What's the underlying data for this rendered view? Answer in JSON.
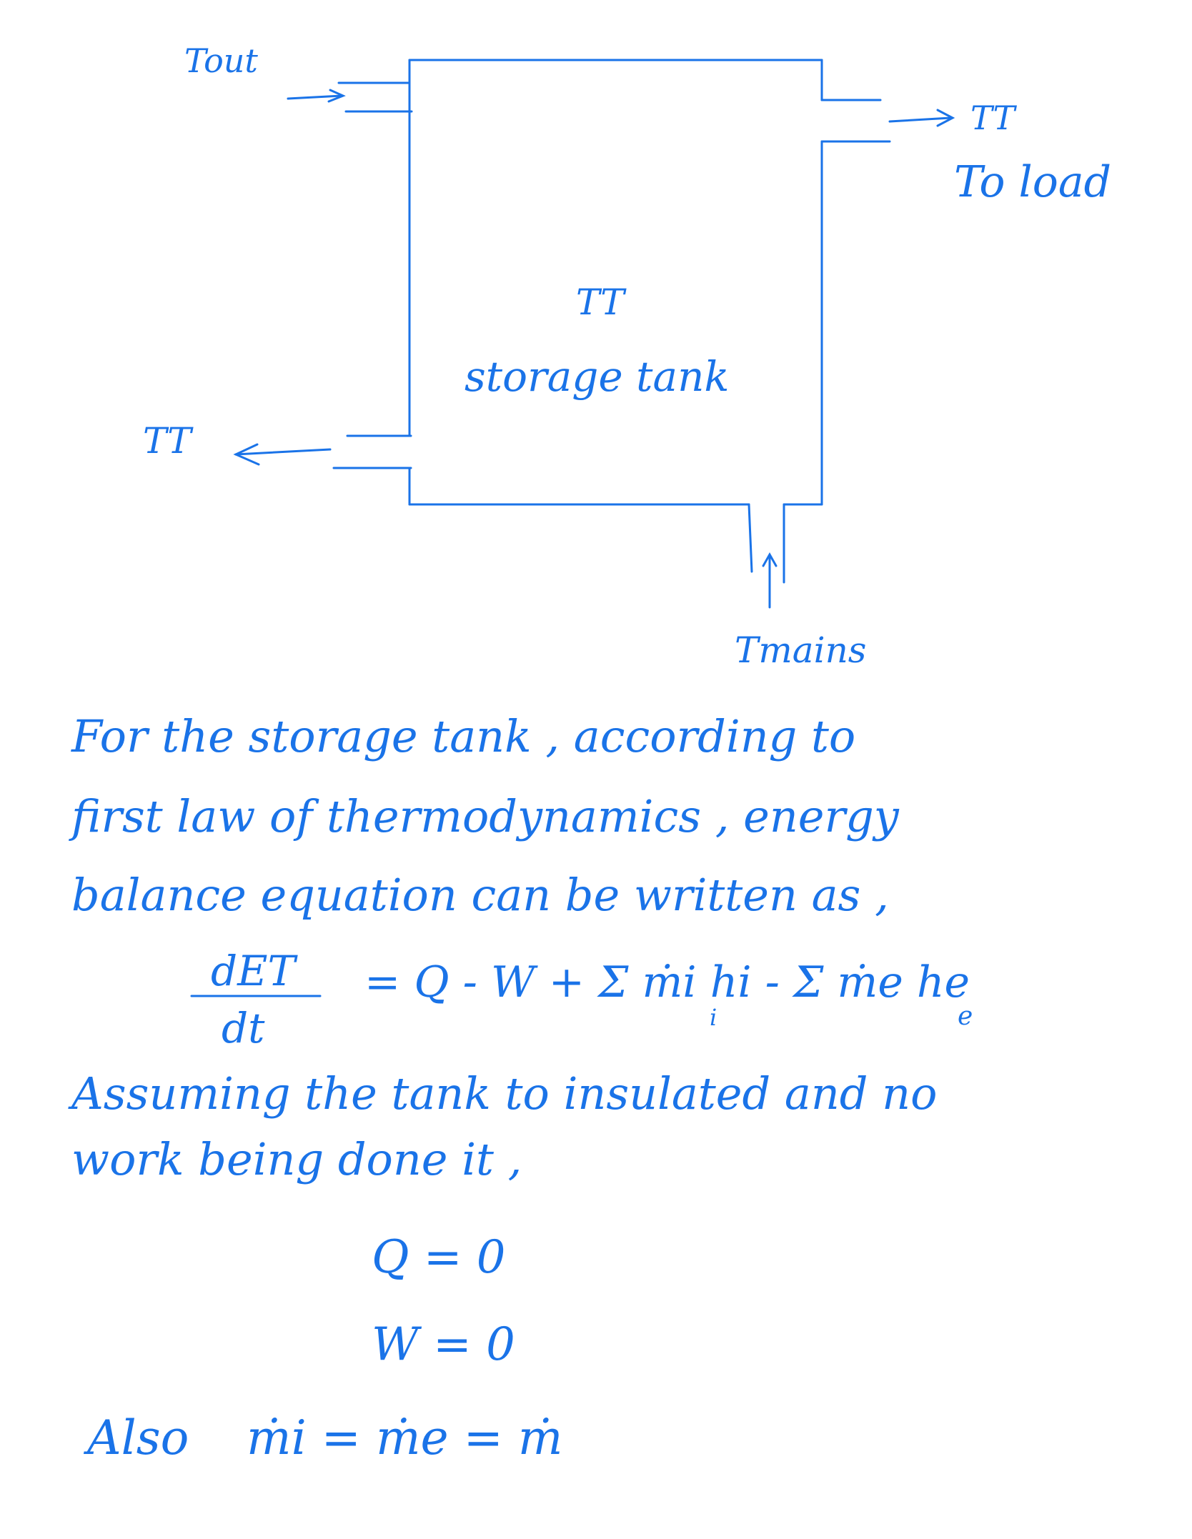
{
  "ink_color": "#1a73e8",
  "diagram": {
    "inlet_top_label": "Tout",
    "outlet_top_label": "TT",
    "outlet_top_sublabel": "To load",
    "tank_temp_label": "TT",
    "tank_name": "storage tank",
    "outlet_left_label": "TT",
    "inlet_bottom_label": "Tmains"
  },
  "notes": {
    "para1_line1": "For the storage tank , according to",
    "para1_line2": "first law of thermodynamics , energy",
    "para1_line3": "balance equation can be written as ,",
    "energy_eq_lhs_num": "dET",
    "energy_eq_lhs_den": "dt",
    "energy_eq_rhs": "= Q - W + Σ ṁi hi - Σ ṁe he",
    "energy_eq_sum_i": "i",
    "energy_eq_sum_e": "e",
    "para2_line1": "Assuming the tank to insulated and no",
    "para2_line2": "work being done it ,",
    "eq_q": "Q = 0",
    "eq_w": "W = 0",
    "also_label": "Also",
    "eq_mass": "ṁi = ṁe = ṁ"
  }
}
